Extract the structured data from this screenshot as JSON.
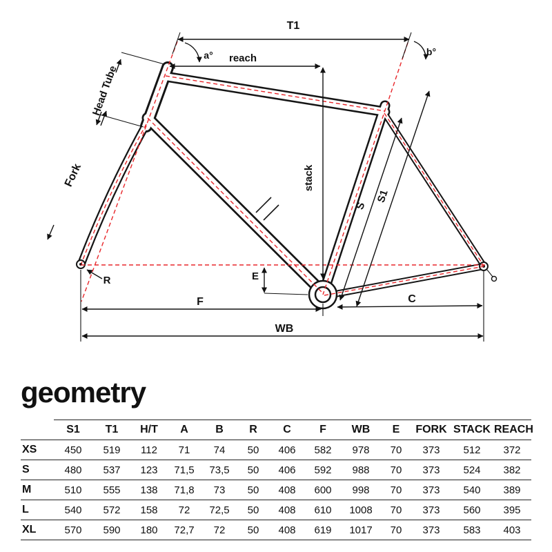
{
  "section_title": "geometry",
  "diagram": {
    "labels": {
      "t1": "T1",
      "reach": "reach",
      "a_angle": "a°",
      "b_angle": "b°",
      "head_tube": "Head Tube",
      "fork": "Fork",
      "stack": "stack",
      "s": "S",
      "s1": "S1",
      "r": "R",
      "e": "E",
      "f": "F",
      "c": "C",
      "wb": "WB"
    },
    "colors": {
      "frame_outline": "#151515",
      "centerline_red": "#e8262a"
    }
  },
  "table": {
    "columns": [
      "S1",
      "T1",
      "H/T",
      "A",
      "B",
      "R",
      "C",
      "F",
      "WB",
      "E",
      "FORK",
      "STACK",
      "REACH"
    ],
    "rows": [
      {
        "label": "XS",
        "values": [
          "450",
          "519",
          "112",
          "71",
          "74",
          "50",
          "406",
          "582",
          "978",
          "70",
          "373",
          "512",
          "372"
        ]
      },
      {
        "label": "S",
        "values": [
          "480",
          "537",
          "123",
          "71,5",
          "73,5",
          "50",
          "406",
          "592",
          "988",
          "70",
          "373",
          "524",
          "382"
        ]
      },
      {
        "label": "M",
        "values": [
          "510",
          "555",
          "138",
          "71,8",
          "73",
          "50",
          "408",
          "600",
          "998",
          "70",
          "373",
          "540",
          "389"
        ]
      },
      {
        "label": "L",
        "values": [
          "540",
          "572",
          "158",
          "72",
          "72,5",
          "50",
          "408",
          "610",
          "1008",
          "70",
          "373",
          "560",
          "395"
        ]
      },
      {
        "label": "XL",
        "values": [
          "570",
          "590",
          "180",
          "72,7",
          "72",
          "50",
          "408",
          "619",
          "1017",
          "70",
          "373",
          "583",
          "403"
        ]
      }
    ]
  }
}
